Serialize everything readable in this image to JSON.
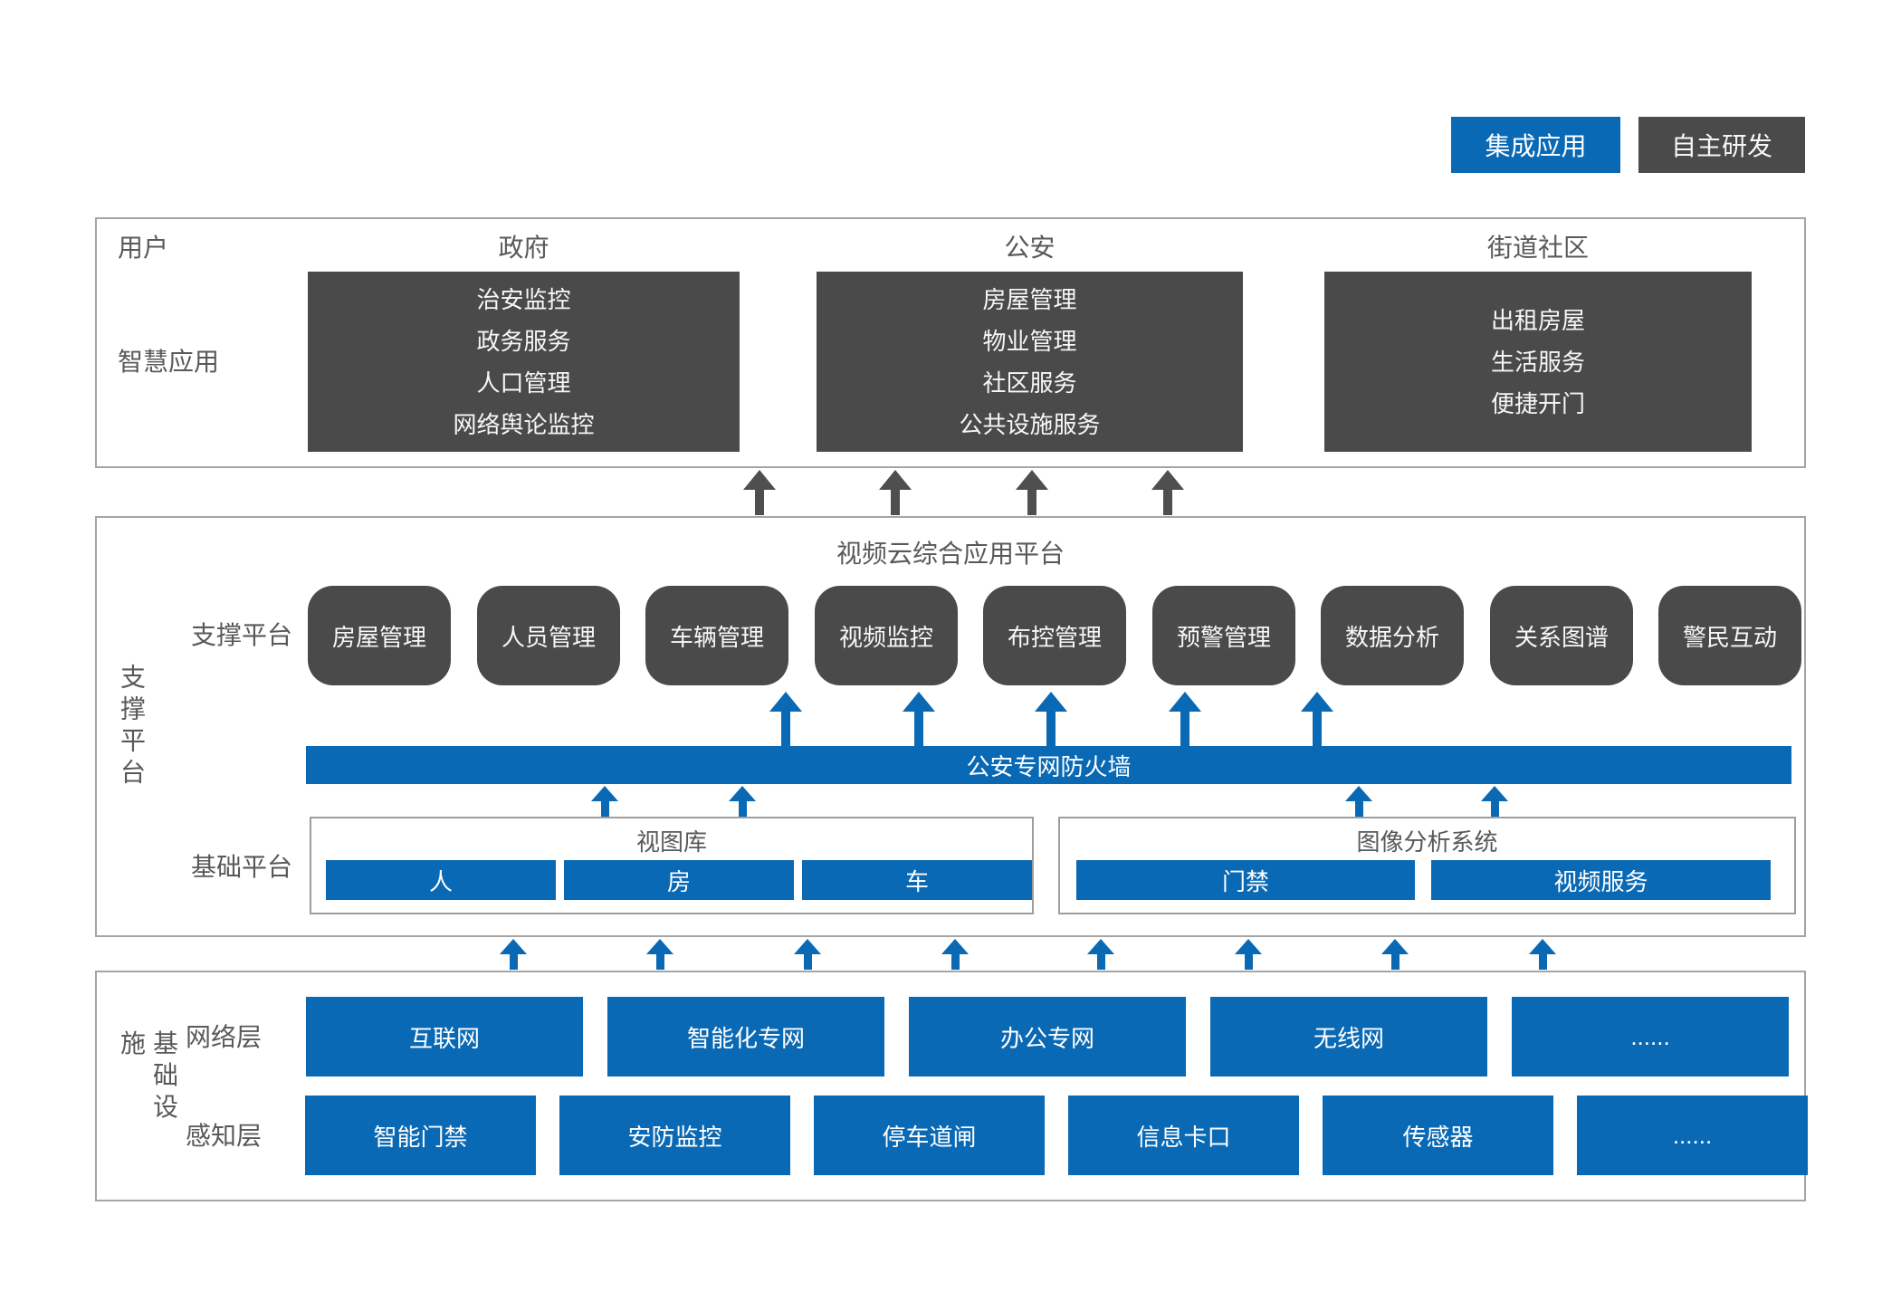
{
  "colors": {
    "accent_blue": "#0a69b4",
    "dark_gray": "#4a4a4a",
    "label_gray": "#595959",
    "border_gray": "#a5a5a5"
  },
  "legend": {
    "integrated": "集成应用",
    "self_developed": "自主研发"
  },
  "user_section": {
    "row_label_user": "用户",
    "row_label_app": "智慧应用",
    "columns": [
      {
        "header": "政府",
        "items": [
          "治安监控",
          "政务服务",
          "人口管理",
          "网络舆论监控"
        ]
      },
      {
        "header": "公安",
        "items": [
          "房屋管理",
          "物业管理",
          "社区服务",
          "公共设施服务"
        ]
      },
      {
        "header": "街道社区",
        "items": [
          "出租房屋",
          "生活服务",
          "便捷开门"
        ]
      }
    ]
  },
  "support_section": {
    "side_label": "支撑平台",
    "title": "视频云综合应用平台",
    "support_row_label": "支撑平台",
    "modules": [
      "房屋管理",
      "人员管理",
      "车辆管理",
      "视频监控",
      "布控管理",
      "预警管理",
      "数据分析",
      "关系图谱",
      "警民互动"
    ],
    "firewall": "公安专网防火墙",
    "base_row_label": "基础平台",
    "base_groups": [
      {
        "title": "视图库",
        "items": [
          "人",
          "房",
          "车"
        ]
      },
      {
        "title": "图像分析系统",
        "items": [
          "门禁",
          "视频服务"
        ]
      }
    ]
  },
  "infra_section": {
    "side_label": "基础设施",
    "rows": [
      {
        "label": "网络层",
        "items": [
          "互联网",
          "智能化专网",
          "办公专网",
          "无线网",
          "......"
        ]
      },
      {
        "label": "感知层",
        "items": [
          "智能门禁",
          "安防监控",
          "停车道闸",
          "信息卡口",
          "传感器",
          "......"
        ]
      }
    ]
  }
}
